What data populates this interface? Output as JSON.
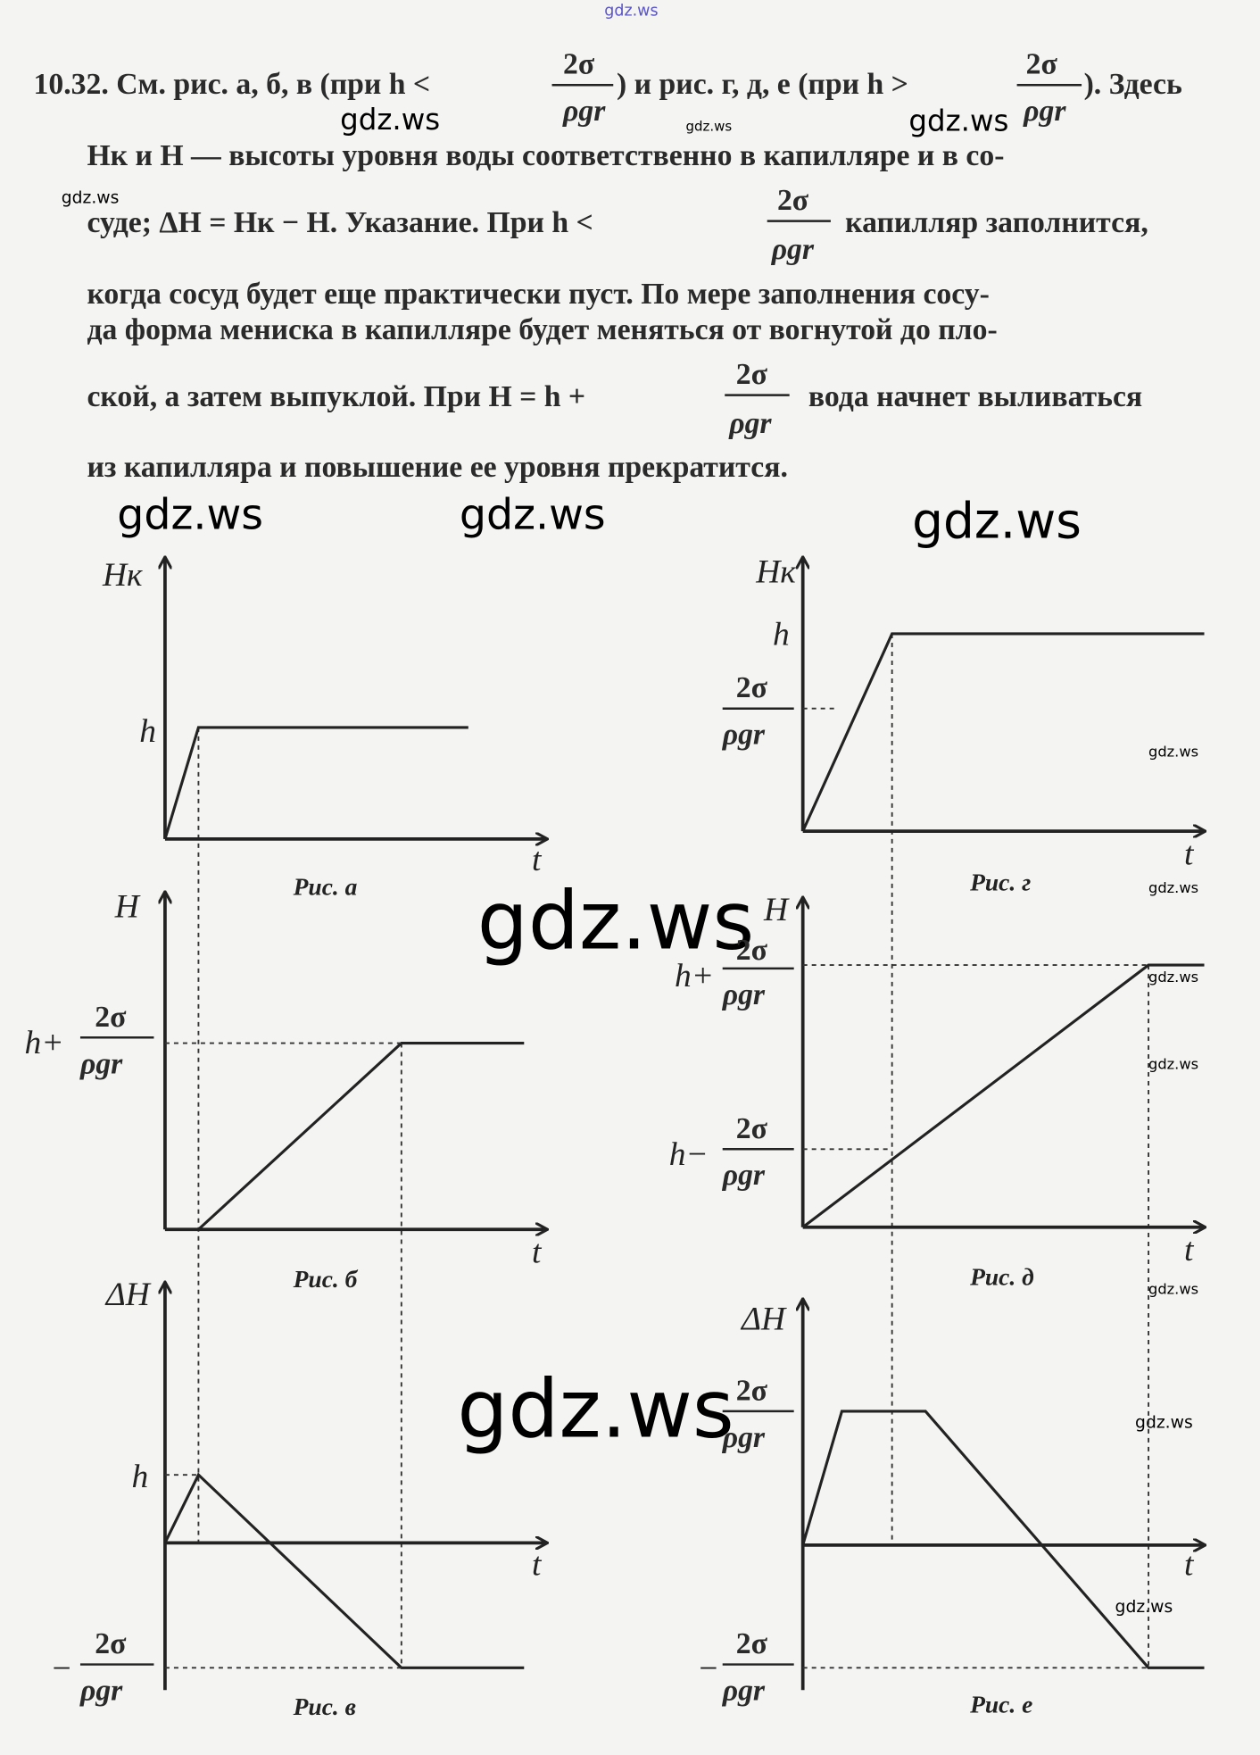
{
  "watermark": "gdz.ws",
  "text": {
    "line1a": "10.32. См. рис. а, б, в (при  h <",
    "line1b": ") и рис. г, д, е (при  h >",
    "line1c": "). Здесь",
    "line2": "Hк и H — высоты уровня воды соответственно в капилляре и в со-",
    "line3a": "суде; ΔH = Hк − H.  Указание. При  h <",
    "line3b": "капилляр заполнится,",
    "line4": "когда сосуд будет еще практически пуст. По мере заполнения сосу-",
    "line5": "да форма мениска в капилляре  будет меняться от вогнутой до пло-",
    "line6a": "ской, а затем выпуклой. При H = h +",
    "line6b": "вода начнет выливаться",
    "line7": "из капилляра и повышение ее уровня прекратится.",
    "frac_num": "2σ",
    "frac_den": "ρgr"
  },
  "figures": {
    "a": {
      "caption": "Рис. а",
      "ylabel": "Hк",
      "xlabel": "t",
      "tick1": "h"
    },
    "b": {
      "caption": "Рис. б",
      "ylabel": "H",
      "xlabel": "t",
      "tick_prefix": "h+"
    },
    "v": {
      "caption": "Рис. в",
      "ylabel": "ΔH",
      "xlabel": "t",
      "tick1": "h",
      "tick_neg": "−"
    },
    "g": {
      "caption": "Рис. г",
      "ylabel": "Hк",
      "xlabel": "t",
      "tick1": "h"
    },
    "d": {
      "caption": "Рис. д",
      "ylabel": "H",
      "xlabel": "t",
      "tick_plus": "h+",
      "tick_minus": "h−"
    },
    "e": {
      "caption": "Рис. е",
      "ylabel": "ΔH",
      "xlabel": "t",
      "tick_neg": "−"
    }
  }
}
